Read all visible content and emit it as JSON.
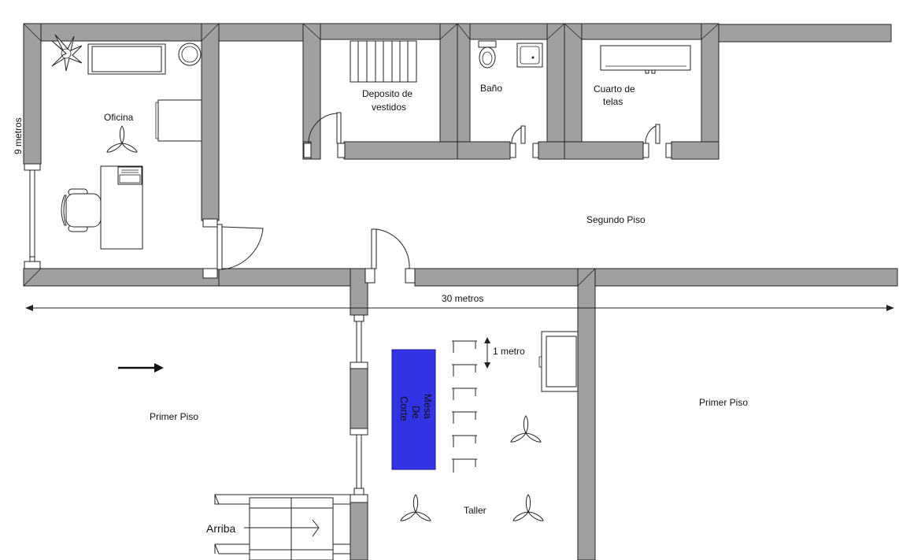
{
  "plan": {
    "rooms": {
      "oficina": "Oficina",
      "deposito_line1": "Deposito de",
      "deposito_line2": "vestidos",
      "bano": "Baño",
      "telas_line1": "Cuarto de",
      "telas_line2": "telas",
      "segundo_piso": "Segundo Piso",
      "primer_piso_left": "Primer Piso",
      "primer_piso_right": "Primer Piso",
      "taller": "Taller",
      "arriba": "Arriba"
    },
    "mesa": {
      "line1": "Mesa",
      "line2": "De",
      "line3": "Corte",
      "color": "#3333e6"
    },
    "dimensions": {
      "width": "30 metros",
      "height": "9 metros",
      "unit": "1 metro"
    },
    "colors": {
      "wall": "#a0a0a0",
      "line": "#222222"
    }
  }
}
